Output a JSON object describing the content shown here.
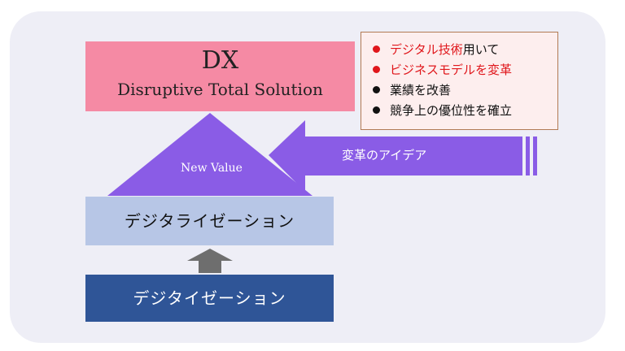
{
  "top_box": {
    "title": "DX",
    "subtitle": "Disruptive Total Solution"
  },
  "bullets": [
    {
      "highlight": "デジタル技術",
      "rest": "用いて"
    },
    {
      "highlight": "ビジネスモデルを変革",
      "rest": ""
    },
    {
      "highlight": "",
      "rest": "業績を改善"
    },
    {
      "highlight": "",
      "rest": "競争上の優位性を確立"
    }
  ],
  "triangle_label": "New Value",
  "arrow_label": "変革のアイデア",
  "middle_box": "デジタライゼーション",
  "bottom_box": "デジタイゼーション",
  "colors": {
    "top_box": "#f58aa4",
    "triangle": "#8a5ce6",
    "idea_arrow": "#8a5ce6",
    "middle_box": "#b7c6e6",
    "bottom_box": "#2f5597",
    "up_arrow": "#6e6e6e",
    "bullet_highlight": "#e0161b"
  }
}
